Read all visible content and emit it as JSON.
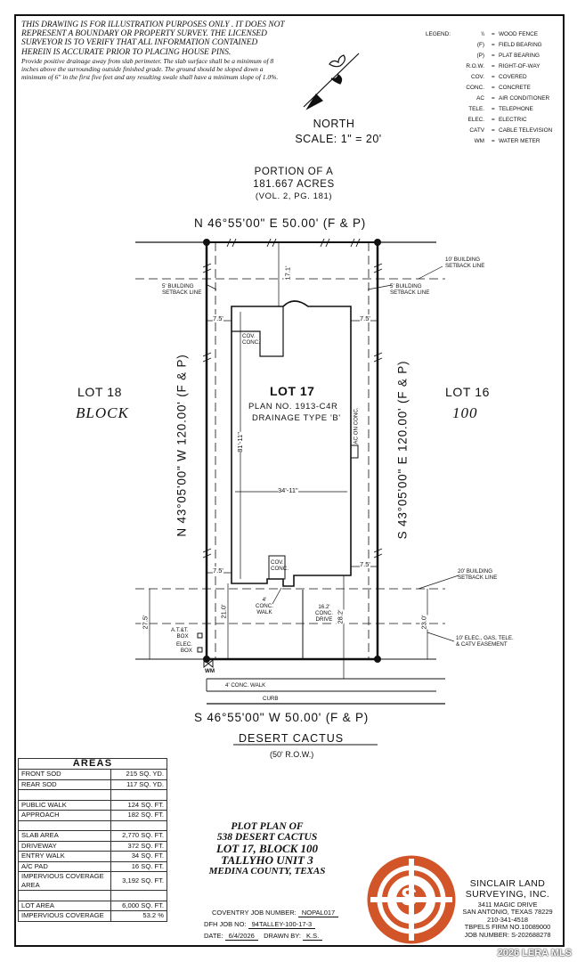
{
  "disclaimer": {
    "bold": "THIS DRAWING IS FOR ILLUSTRATION PURPOSES ONLY . IT DOES NOT REPRESENT A BOUNDARY OR PROPERTY SURVEY. THE LICENSED SURVEYOR IS TO VERIFY THAT ALL INFORMATION CONTAINED HEREIN IS ACCURATE PRIOR TO PLACING HOUSE PINS.",
    "note": "Provide positive drainage away from slab perimeter. The slab surface shall be a minimum of 8 inches above the surrounding outside finished grade. The ground should be sloped down a minimum of 6\" in the first five feet and any resulting swale shall have a minimum slope of 1.0%."
  },
  "legend": {
    "title": "LEGEND:",
    "items": [
      {
        "sym": "\\\\",
        "desc": "WOOD FENCE"
      },
      {
        "sym": "(F)",
        "desc": "FIELD BEARING"
      },
      {
        "sym": "(P)",
        "desc": "PLAT BEARING"
      },
      {
        "sym": "R.O.W.",
        "desc": "RIGHT-OF-WAY"
      },
      {
        "sym": "COV.",
        "desc": "COVERED"
      },
      {
        "sym": "CONC.",
        "desc": "CONCRETE"
      },
      {
        "sym": "AC",
        "desc": "AIR CONDITIONER"
      },
      {
        "sym": "TELE.",
        "desc": "TELEPHONE"
      },
      {
        "sym": "ELEC.",
        "desc": "ELECTRIC"
      },
      {
        "sym": "CATV",
        "desc": "CABLE TELEVISION"
      },
      {
        "sym": "WM",
        "desc": "WATER METER"
      }
    ],
    "eq": "="
  },
  "north": {
    "label": "NORTH",
    "scale": "SCALE: 1\" = 20'"
  },
  "portion": {
    "line1": "PORTION OF A",
    "line2": "181.667 ACRES",
    "line3": "(VOL. 2, PG. 181)"
  },
  "bearings": {
    "top": "N 46°55'00\" E 50.00' (F & P)",
    "bottom": "S 46°55'00\" W 50.00' (F & P)",
    "left": "N 43°05'00\" W 120.00' (F & P)",
    "right": "S 43°05'00\" E 120.00' (F & P)"
  },
  "lots": {
    "left": "LOT 18",
    "left_block": "BLOCK",
    "right": "LOT 16",
    "right_block": "100",
    "center": "LOT 17",
    "plan": "PLAN NO. 1913-C4R",
    "drainage": "DRAINAGE TYPE 'B'"
  },
  "labels": {
    "setback_rear": "10' BUILDING",
    "setback_rear2": "SETBACK LINE",
    "setback_side_l1": "5' BUILDING",
    "setback_side_l2": "SETBACK LINE",
    "setback_side_r1": "5' BUILDING",
    "setback_side_r2": "SETBACK LINE",
    "setback_front1": "20' BUILDING",
    "setback_front2": "SETBACK LINE",
    "easement1": "10' ELEC., GAS, TELE.",
    "easement2": "& CATV EASEMENT",
    "cov_conc_top1": "COV.",
    "cov_conc_top2": "CONC.",
    "cov_conc_bot1": "COV.",
    "cov_conc_bot2": "CONC.",
    "ac_on_conc": "AC ON CONC.",
    "conc_walk1": "4'",
    "conc_walk2": "CONC.",
    "conc_walk3": "WALK",
    "drive1": "16.2'",
    "drive2": "CONC.",
    "drive3": "DRIVE",
    "att_box1": "A.T.&T.",
    "att_box2": "BOX",
    "elec_box1": "ELEC.",
    "elec_box2": "BOX",
    "wm": "WM",
    "public_walk": "4' CONC. WALK",
    "curb": "CURB"
  },
  "dims": {
    "rear": "17.1'",
    "side_tl": "7.5'",
    "side_tr": "7.5'",
    "side_bl": "7.5'",
    "side_br": "7.5'",
    "house_depth": "81'-11\"",
    "house_width": "34'-11\"",
    "front_21": "21.0'",
    "front_28": "28.2'",
    "front_27": "27.5'",
    "front_23": "23.0'"
  },
  "street": {
    "name": "DESERT CACTUS",
    "row": "(50' R.O.W.)"
  },
  "areas": {
    "title": "AREAS",
    "rows": [
      {
        "label": "FRONT SOD",
        "value": "215 SQ. YD."
      },
      {
        "label": "REAR SOD",
        "value": "117 SQ. YD."
      },
      {
        "label": "",
        "value": ""
      },
      {
        "label": "PUBLIC WALK",
        "value": "124 SQ. FT."
      },
      {
        "label": "APPROACH",
        "value": "182 SQ. FT."
      },
      {
        "label": "",
        "value": ""
      },
      {
        "label": "SLAB AREA",
        "value": "2,770 SQ. FT."
      },
      {
        "label": "DRIVEWAY",
        "value": "372 SQ. FT."
      },
      {
        "label": "ENTRY WALK",
        "value": "34 SQ. FT."
      },
      {
        "label": "A/C PAD",
        "value": "16 SQ. FT."
      },
      {
        "label": "IMPERVIOUS COVERAGE AREA",
        "value": "3,192 SQ. FT."
      },
      {
        "label": "",
        "value": ""
      },
      {
        "label": "LOT AREA",
        "value": "6,000 SQ. FT."
      },
      {
        "label": "IMPERVIOUS COVERAGE",
        "value": "53.2 %"
      }
    ]
  },
  "title_block": {
    "line1": "PLOT PLAN OF",
    "line2": "538 DESERT CACTUS",
    "line3": "LOT 17, BLOCK 100",
    "line4": "TALLYHO UNIT 3",
    "line5": "MEDINA COUNTY, TEXAS"
  },
  "jobs": {
    "coventry_label": "COVENTRY JOB NUMBER:",
    "coventry_value": "NOPAL017",
    "dfh_label": "DFH JOB NO:",
    "dfh_value": "94TALLEY-100-17-3",
    "date_label": "DATE:",
    "date_value": "6/4/2026",
    "drawn_label": "DRAWN BY:",
    "drawn_value": "K.S."
  },
  "company": {
    "name1": "SINCLAIR LAND",
    "name2": "SURVEYING, INC.",
    "addr1": "3411 MAGIC DRIVE",
    "addr2": "SAN ANTONIO, TEXAS 78229",
    "phone": "210-341-4518",
    "firm": "TBPELS FIRM NO.10089000",
    "job": "JOB NUMBER: S-202688278",
    "logo_letter": "S"
  },
  "colors": {
    "logo_orange": "#d2552a",
    "ink": "#111111"
  },
  "watermark": "2026 LERA MLS"
}
